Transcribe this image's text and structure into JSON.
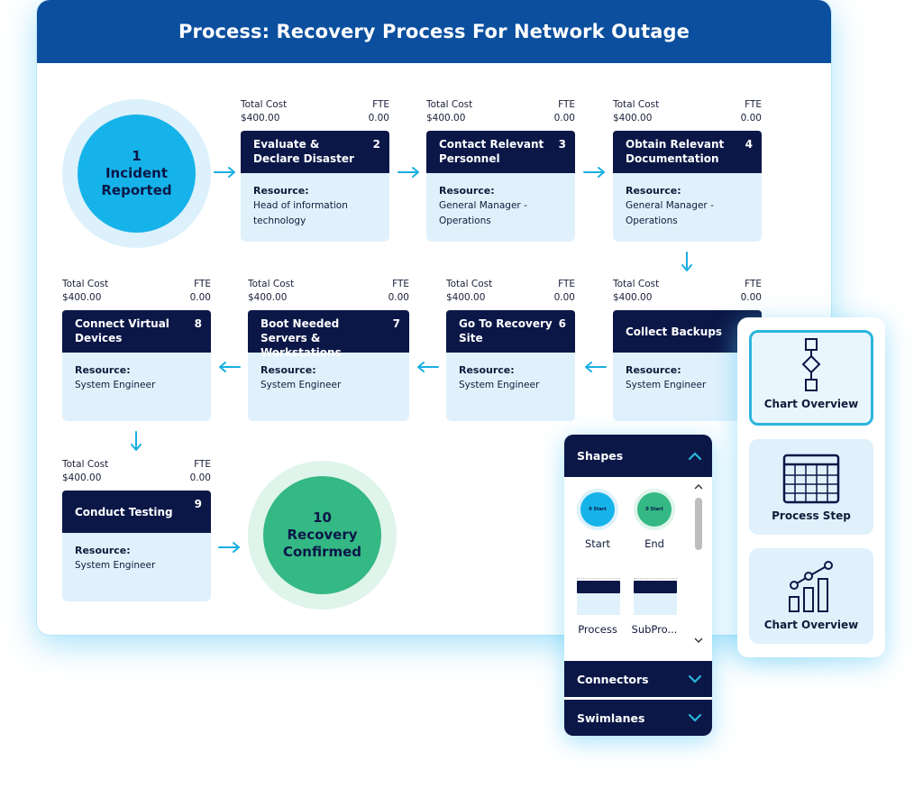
{
  "title": "Process: Recovery Process For Network Outage",
  "cost_label": "Total Cost",
  "fte_label": "FTE",
  "resource_label": "Resource:",
  "start_circle": {
    "num": "1",
    "line1": "Incident",
    "line2": "Reported"
  },
  "end_circle": {
    "num": "10",
    "line1": "Recovery",
    "line2": "Confirmed"
  },
  "steps": [
    {
      "num": "2",
      "title": "Evaluate & Declare Disaster",
      "cost": "$400.00",
      "fte": "0.00",
      "resource": "Head of information technology"
    },
    {
      "num": "3",
      "title": "Contact Relevant Personnel",
      "cost": "$400.00",
      "fte": "0.00",
      "resource": "General Manager - Operations"
    },
    {
      "num": "4",
      "title": "Obtain Relevant Documentation",
      "cost": "$400.00",
      "fte": "0.00",
      "resource": "General Manager - Operations"
    },
    {
      "num": "",
      "title": "Collect Backups",
      "cost": "$400.00",
      "fte": "0.00",
      "resource": "System Engineer"
    },
    {
      "num": "6",
      "title": "Go To Recovery Site",
      "cost": "$400.00",
      "fte": "0.00",
      "resource": "System Engineer"
    },
    {
      "num": "7",
      "title": "Boot Needed Servers & Workstations",
      "cost": "$400.00",
      "fte": "0.00",
      "resource": "System Engineer"
    },
    {
      "num": "8",
      "title": "Connect Virtual Devices",
      "cost": "$400.00",
      "fte": "0.00",
      "resource": "System Engineer"
    },
    {
      "num": "9",
      "title": "Conduct Testing",
      "cost": "$400.00",
      "fte": "0.00",
      "resource": "System Engineer"
    }
  ],
  "shapes_panel": {
    "shapes_title": "Shapes",
    "connectors_title": "Connectors",
    "swimlanes_title": "Swimlanes",
    "start_label": "Start",
    "end_label": "End",
    "process_label": "Process",
    "subprocess_label": "SubPro...",
    "mini_start_text": "0 Start",
    "mini_end_text": "0 Start"
  },
  "right_panel": {
    "tile1_label": "Chart Overview",
    "tile2_label": "Process Step",
    "tile3_label": "Chart Overview"
  },
  "colors": {
    "header_blue": "#0b4f9e",
    "navy": "#0b1747",
    "light_blue": "#e0f1fc",
    "start_cyan": "#16b3ea",
    "end_green": "#34b884",
    "arrow_cyan": "#1aaee0"
  }
}
